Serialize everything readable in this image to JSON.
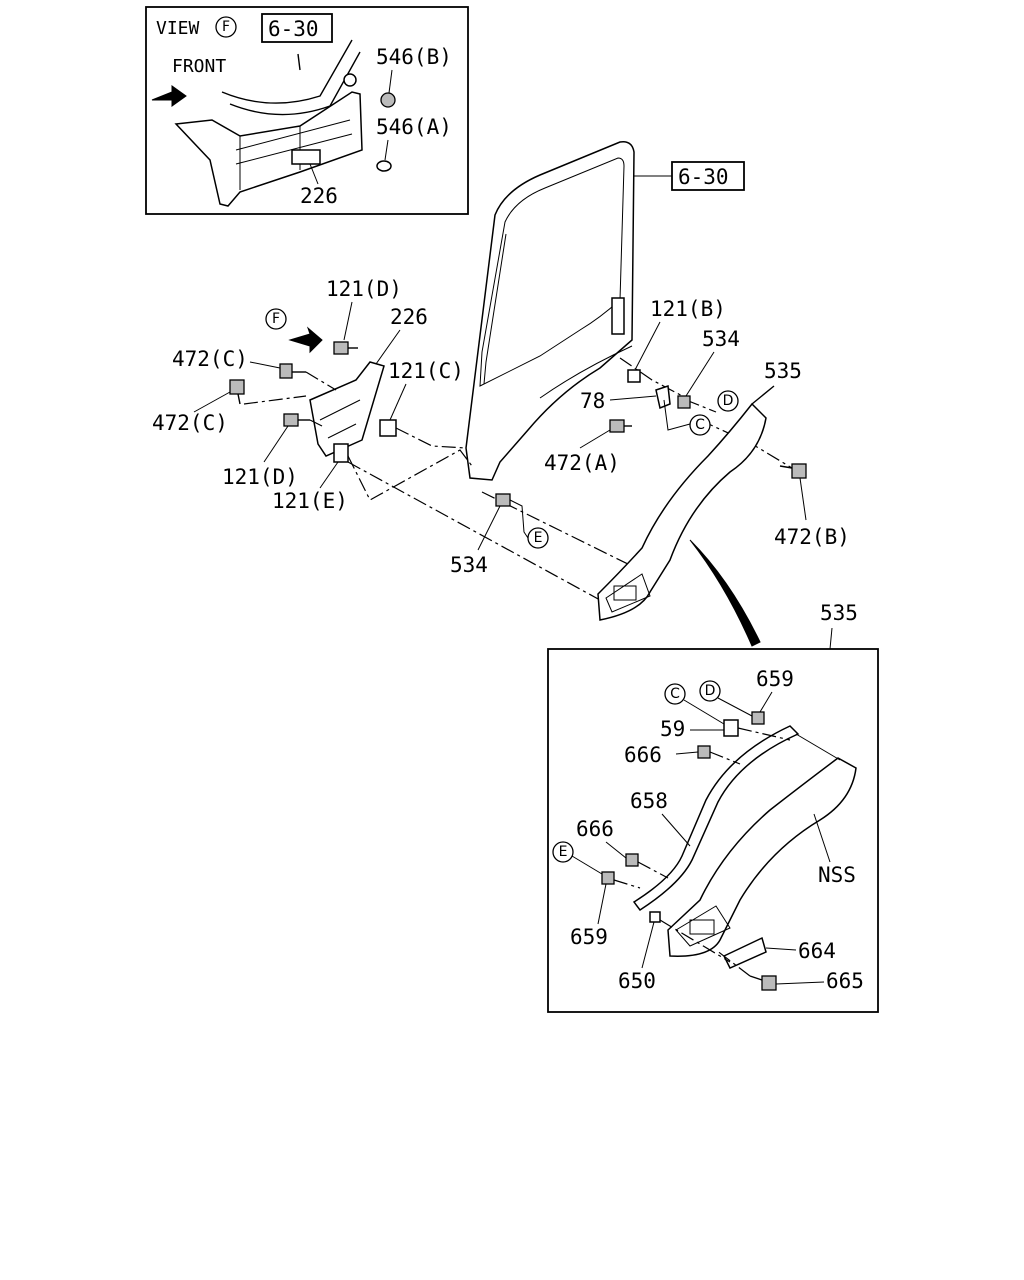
{
  "view_box": {
    "title": "VIEW",
    "view_letter": "F",
    "ref": "6-30",
    "front_label": "FRONT",
    "labels": [
      "546(B)",
      "546(A)",
      "226"
    ]
  },
  "main": {
    "ref": "6-30",
    "view_marker": "F",
    "labels": {
      "l121d_top": "121(D)",
      "l226": "226",
      "l472c_a": "472(C)",
      "l121c": "121(C)",
      "l472c_b": "472(C)",
      "l121d_bot": "121(D)",
      "l121e": "121(E)",
      "l534_bot": "534",
      "l121b": "121(B)",
      "l534_top": "534",
      "l535": "535",
      "l78": "78",
      "l472a": "472(A)",
      "l472b": "472(B)"
    },
    "callouts": {
      "c": "C",
      "d": "D",
      "e": "E"
    }
  },
  "detail_box": {
    "title": "535",
    "labels": {
      "l659_top": "659",
      "l59": "59",
      "l666_a": "666",
      "l658": "658",
      "l666_b": "666",
      "l659_bot": "659",
      "l650": "650",
      "l664": "664",
      "l665": "665",
      "lnss": "NSS"
    },
    "callouts": {
      "c": "C",
      "d": "D",
      "e": "E"
    }
  }
}
